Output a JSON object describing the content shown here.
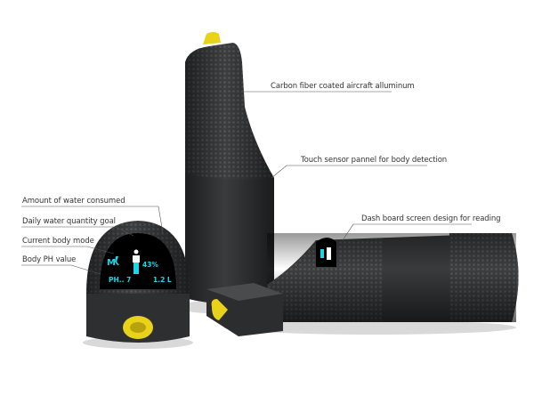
{
  "annotations": {
    "carbon": "Carbon fiber coated aircraft alluminum",
    "touch": "Touch sensor pannel for body detection",
    "dashboard": "Dash board screen design for reading",
    "water_consumed": "Amount of water consumed",
    "daily_goal": "Daily water quantity goal",
    "body_mode": "Current body mode",
    "ph_value": "Body PH value"
  },
  "screen": {
    "mode": "M",
    "percent": "43%",
    "ph": "PH.. 7",
    "volume": "1.2 L",
    "fill_percent": 43
  },
  "colors": {
    "accent": "#e8d21a",
    "screen": "#19d7e6",
    "body": "#3a3b3d"
  }
}
